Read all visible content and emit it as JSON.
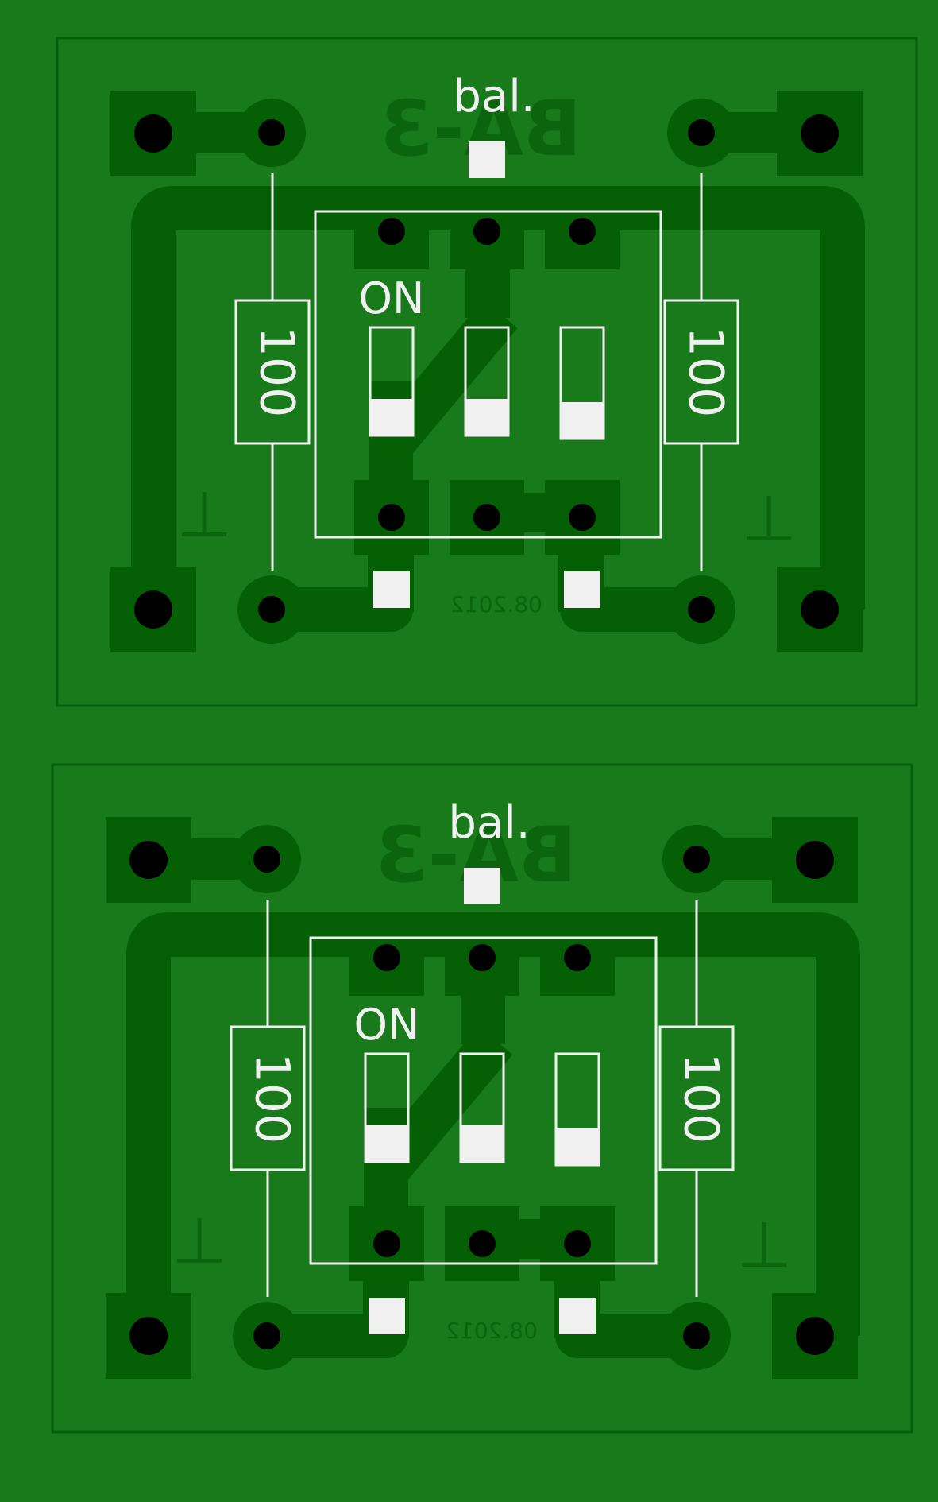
{
  "colors": {
    "board": "#187a1b",
    "copper": "#045f05",
    "outline": "#055e08",
    "hole": "#000000",
    "silk": "#f0f0f0",
    "mirrored_text": "#0a650c"
  },
  "boards": [
    {
      "label_top": "bal.",
      "copper_text": "BA-3",
      "switch_label": "ON",
      "resistor_left": "100",
      "resistor_right": "100",
      "ground_left": "⊥",
      "ground_right": "⊥",
      "date": "08.2012",
      "switches": [
        "off",
        "off",
        "off"
      ]
    },
    {
      "label_top": "bal.",
      "copper_text": "BA-3",
      "switch_label": "ON",
      "resistor_left": "100",
      "resistor_right": "100",
      "ground_left": "⊥",
      "ground_right": "⊥",
      "date": "08.2012",
      "switches": [
        "off",
        "off",
        "off"
      ]
    }
  ]
}
